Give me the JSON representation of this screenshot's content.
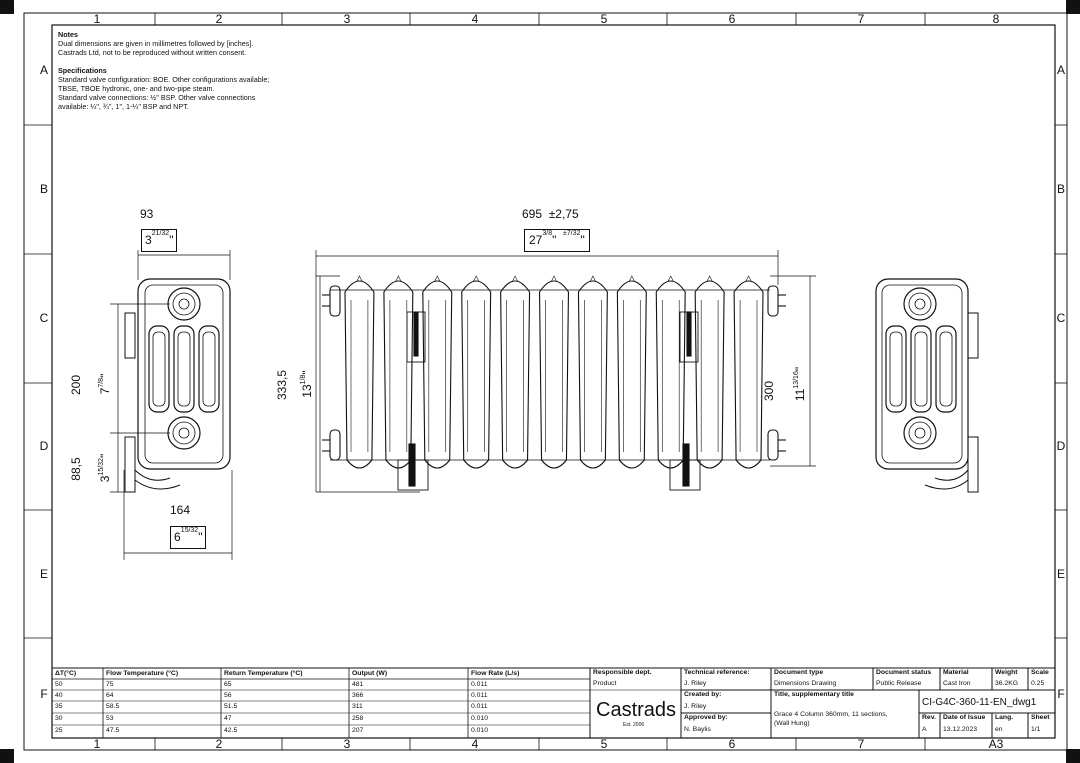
{
  "notes": {
    "notes_heading": "Notes",
    "notes_lines": [
      "Dual dimensions are given in millimetres followed by [inches].",
      "Castrads Ltd, not to be reproduced without written consent."
    ],
    "spec_heading": "Specifications",
    "spec_lines": [
      "Standard valve configuration: BOE. Other configurations available;",
      "TBSE, TBOE hydronic, one- and two-pipe steam.",
      "Standard valve connections: ½\" BSP. Other valve connections",
      "available: ¼\", ¾\", 1\", 1-¼\" BSP and NPT."
    ]
  },
  "grid": {
    "columns": [
      "1",
      "2",
      "3",
      "4",
      "5",
      "6",
      "7",
      "8"
    ],
    "rows": [
      "A",
      "B",
      "C",
      "D",
      "E",
      "F"
    ],
    "last_col_bottom": "A3"
  },
  "dimensions": {
    "side_width_mm": "93",
    "side_width_in": "3",
    "side_width_in_frac": "21/32",
    "depth_mm": "164",
    "depth_in": "6",
    "depth_in_frac": "15/32",
    "centres_mm": "200",
    "centres_in": "7",
    "centres_in_frac": "7/8",
    "bottom_mm": "88,5",
    "bottom_in": "3",
    "bottom_in_frac": "15/32",
    "length_mm": "695",
    "length_tol_mm": "±2,75",
    "length_in": "27",
    "length_in_frac": "3/8",
    "length_tol_in": "±7/32",
    "height_mm": "333,5",
    "height_in": "13",
    "height_in_frac": "1/8",
    "section_mm": "300",
    "section_in": "11",
    "section_in_frac": "13/16"
  },
  "flow_table": {
    "headers": [
      "ΔT(°C)",
      "Flow Temperature (°C)",
      "Return Temperature (°C)",
      "Output (W)",
      "Flow Rate (L/s)"
    ],
    "rows": [
      [
        "50",
        "75",
        "65",
        "481",
        "0.011"
      ],
      [
        "40",
        "64",
        "56",
        "366",
        "0.011"
      ],
      [
        "35",
        "58.5",
        "51.5",
        "311",
        "0.011"
      ],
      [
        "30",
        "53",
        "47",
        "258",
        "0.010"
      ],
      [
        "25",
        "47.5",
        "42.5",
        "207",
        "0.010"
      ]
    ]
  },
  "title_block": {
    "responsible_dept_label": "Responsible dept.",
    "responsible_dept": "Product",
    "technical_ref_label": "Technical reference:",
    "technical_ref": "J. Riley",
    "doc_type_label": "Document type",
    "doc_type": "Dimensions Drawing",
    "doc_status_label": "Document status",
    "doc_status": "Public Release",
    "material_label": "Material",
    "material": "Cast Iron",
    "weight_label": "Weight",
    "weight": "36.2KG",
    "scale_label": "Scale",
    "scale": "0.25",
    "created_label": "Created by:",
    "created": "J. Riley",
    "title_label": "Title, supplementary title",
    "title_line1": "Grace 4 Column 360mm, 11 sections,",
    "title_line2": "(Wall Hung)",
    "doc_number": "CI-G4C-360-11-EN_dwg1",
    "approved_label": "Approved by:",
    "approved": "N. Baylis",
    "rev_label": "Rev.",
    "rev": "A",
    "issue_label": "Date of Issue",
    "issue": "13.12.2023",
    "lang_label": "Lang.",
    "lang": "en",
    "sheet_label": "Sheet",
    "sheet": "1/1",
    "logo": "Castrads",
    "est": "Est. 2006"
  }
}
